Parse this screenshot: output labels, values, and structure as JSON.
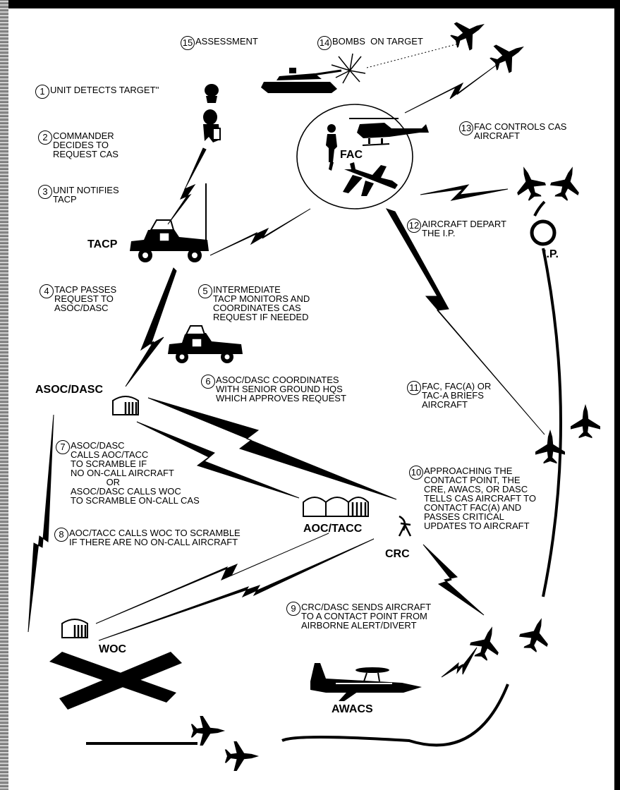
{
  "nodes": {
    "fac": "FAC",
    "tacp": "TACP",
    "asoc_dasc": "ASOC/DASC",
    "aoc_tacc": "AOC/TACC",
    "crc": "CRC",
    "woc": "WOC",
    "awacs": "AWACS",
    "ip": "I.P."
  },
  "steps": [
    {
      "n": "1",
      "text": "UNIT DETECTS TARGET''"
    },
    {
      "n": "2",
      "text": "COMMANDER\nDECIDES TO\nREQUEST CAS"
    },
    {
      "n": "3",
      "text": "UNIT NOTIFIES\nTACP"
    },
    {
      "n": "4",
      "text": "TACP PASSES\nREQUEST TO\nASOC/DASC"
    },
    {
      "n": "5",
      "text": "INTERMEDIATE\nTACP MONITORS AND\nCOORDINATES CAS\nREQUEST IF NEEDED"
    },
    {
      "n": "6",
      "text": "ASOC/DASC COORDINATES\nWITH SENIOR GROUND HQS\nWHICH APPROVES REQUEST"
    },
    {
      "n": "7",
      "text": "ASOC/DASC\nCALLS AOC/TACC\nTO SCRAMBLE IF\nNO ON-CALL AIRCRAFT\n              OR\nASOC/DASC CALLS WOC\nTO SCRAMBLE ON-CALL CAS"
    },
    {
      "n": "8",
      "text": "AOC/TACC CALLS WOC TO SCRAMBLE\nIF THERE ARE NO ON-CALL AIRCRAFT"
    },
    {
      "n": "9",
      "text": "CRC/DASC SENDS AIRCRAFT\nTO A CONTACT POINT FROM\nAIRBORNE ALERT/DIVERT"
    },
    {
      "n": "10",
      "text": "APPROACHING THE\nCONTACT POINT, THE\nCRE, AWACS, OR DASC\nTELLS CAS AIRCRAFT TO\nCONTACT FAC(A) AND\nPASSES CRITICAL\nUPDATES TO AIRCRAFT"
    },
    {
      "n": "11",
      "text": "FAC, FAC(A) OR\nTAC-A BRIEFS\nAIRCRAFT"
    },
    {
      "n": "12",
      "text": "AIRCRAFT DEPART\nTHE I.P."
    },
    {
      "n": "13",
      "text": "FAC CONTROLS CAS\nAIRCRAFT"
    },
    {
      "n": "14",
      "text": "BOMBS  ON TARGET"
    },
    {
      "n": "15",
      "text": "ASSESSMENT"
    }
  ]
}
